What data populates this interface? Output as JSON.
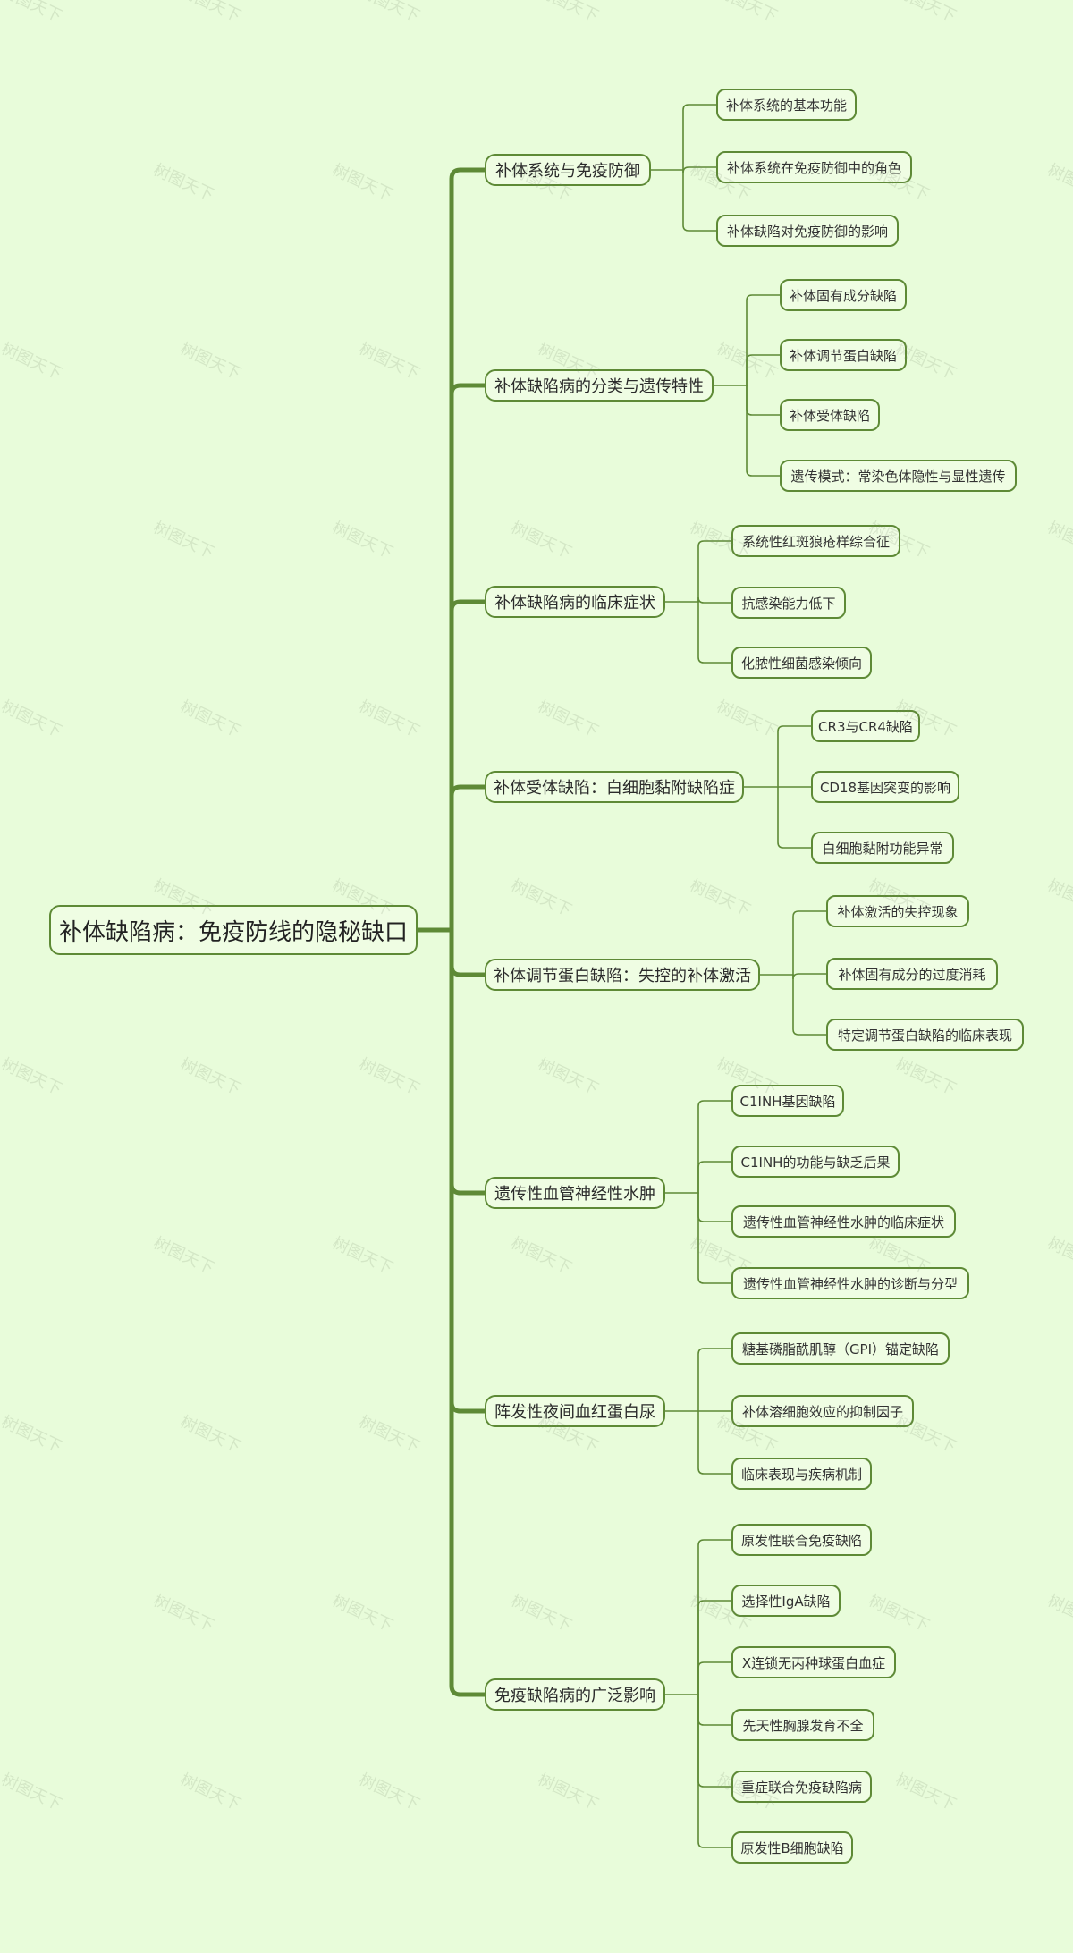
{
  "root": {
    "label": "补体缺陷病：免疫防线的隐秘缺口"
  },
  "branches": [
    {
      "label": "补体系统与免疫防御",
      "children": [
        "补体系统的基本功能",
        "补体系统在免疫防御中的角色",
        "补体缺陷对免疫防御的影响"
      ]
    },
    {
      "label": "补体缺陷病的分类与遗传特性",
      "children": [
        "补体固有成分缺陷",
        "补体调节蛋白缺陷",
        "补体受体缺陷",
        "遗传模式：常染色体隐性与显性遗传"
      ]
    },
    {
      "label": "补体缺陷病的临床症状",
      "children": [
        "系统性红斑狼疮样综合征",
        "抗感染能力低下",
        "化脓性细菌感染倾向"
      ]
    },
    {
      "label": "补体受体缺陷：白细胞黏附缺陷症",
      "children": [
        "CR3与CR4缺陷",
        "CD18基因突变的影响",
        "白细胞黏附功能异常"
      ]
    },
    {
      "label": "补体调节蛋白缺陷：失控的补体激活",
      "children": [
        "补体激活的失控现象",
        "补体固有成分的过度消耗",
        "特定调节蛋白缺陷的临床表现"
      ]
    },
    {
      "label": "遗传性血管神经性水肿",
      "children": [
        "C1INH基因缺陷",
        "C1INH的功能与缺乏后果",
        "遗传性血管神经性水肿的临床症状",
        "遗传性血管神经性水肿的诊断与分型"
      ]
    },
    {
      "label": "阵发性夜间血红蛋白尿",
      "children": [
        "糖基磷脂酰肌醇（GPI）锚定缺陷",
        "补体溶细胞效应的抑制因子",
        "临床表现与疾病机制"
      ]
    },
    {
      "label": "免疫缺陷病的广泛影响",
      "children": [
        "原发性联合免疫缺陷",
        "选择性IgA缺陷",
        "X连锁无丙种球蛋白血症",
        "先天性胸腺发育不全",
        "重症联合免疫缺陷病",
        "原发性B细胞缺陷"
      ]
    }
  ],
  "watermark": "树图天下",
  "colors": {
    "background": "#e8fcda",
    "line": "#5e8a36",
    "node_fill": "#effde3",
    "border": "#5e8a36"
  }
}
